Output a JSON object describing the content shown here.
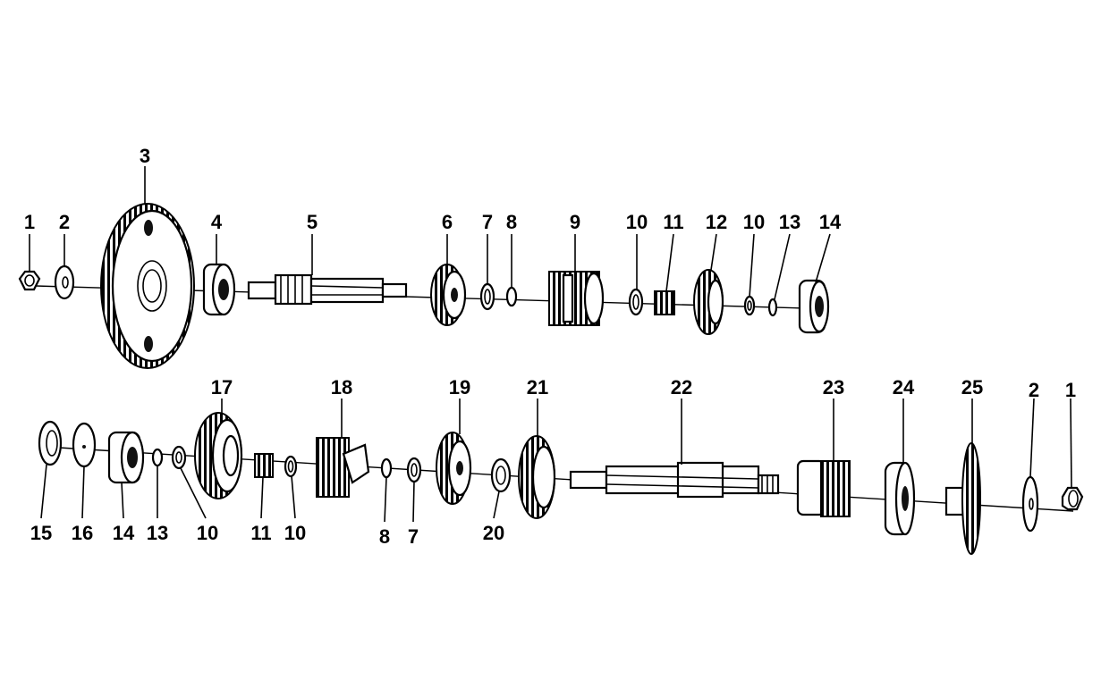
{
  "diagram": {
    "top_row_labels": [
      "1",
      "2",
      "3",
      "4",
      "5",
      "6",
      "7",
      "8",
      "9",
      "10",
      "11",
      "12",
      "10",
      "13",
      "14"
    ],
    "bottom_row_top_labels": [
      "17",
      "18",
      "19",
      "21",
      "22",
      "23",
      "24",
      "25",
      "2",
      "1"
    ],
    "bottom_row_bottom_labels": [
      "15",
      "16",
      "14",
      "13",
      "10",
      "11",
      "10",
      "8",
      "7",
      "20"
    ]
  }
}
